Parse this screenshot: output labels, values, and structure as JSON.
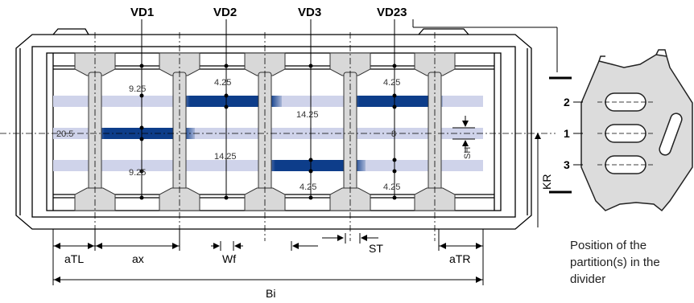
{
  "column_labels": [
    "VD1",
    "VD2",
    "VD3",
    "VD23"
  ],
  "values": {
    "top_left": "9.25",
    "top_mid": "4.25",
    "top_right": "4.25",
    "center_upper": "14.25",
    "left_height": "20.5",
    "center_right": "8",
    "lower_left": "9.25",
    "lower_mid": "14.25",
    "bottom_mid": "4.25",
    "bottom_right": "4.25"
  },
  "dimensions": {
    "a_tl": "aTL",
    "a_x": "ax",
    "w_f": "Wf",
    "s_t": "ST",
    "a_tr": "aTR",
    "b_i": "Bi",
    "kr": "KR",
    "s_h": "SH"
  },
  "position_numbers": [
    "2",
    "1",
    "3"
  ],
  "caption": [
    "Position of the",
    "partition(s) in the",
    "divider"
  ],
  "colors": {
    "busbar_active": "#0d3d8a",
    "busbar_inactive": "#cfd3ea",
    "frame": "#000000",
    "divider_fill": "#dcdcdc"
  }
}
